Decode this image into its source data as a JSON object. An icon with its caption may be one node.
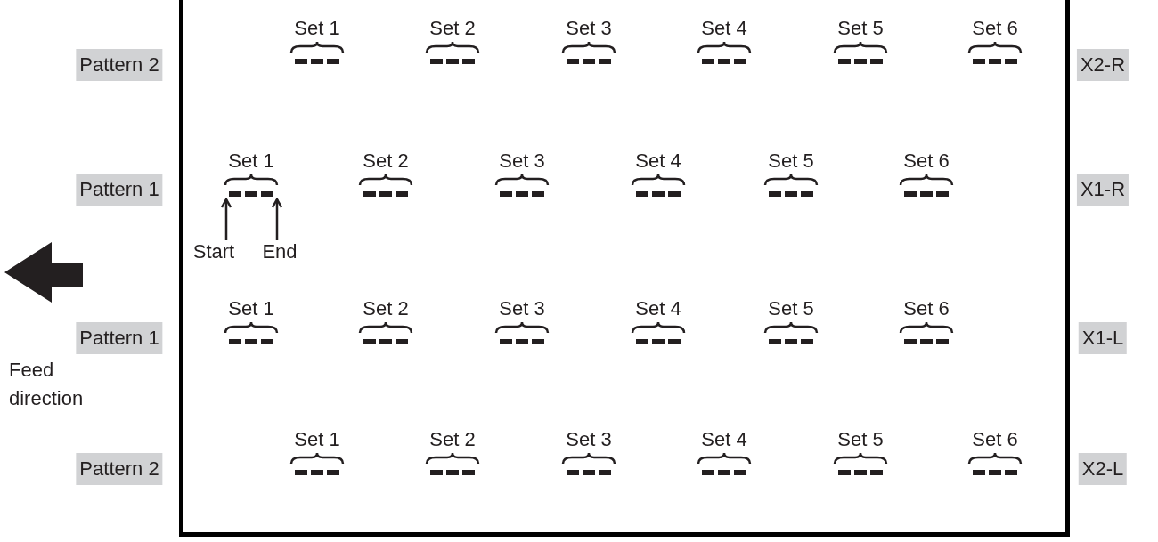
{
  "diagram": {
    "nodes": [
      {
        "text": [
          "Pattern 2"
        ]
      },
      {
        "text": [
          "X2-R"
        ]
      },
      {
        "text": [
          "Pattern 1"
        ]
      },
      {
        "text": [
          "X1-R"
        ]
      },
      {
        "text": [
          "Start"
        ]
      },
      {
        "text": [
          "End"
        ]
      },
      {
        "text": [
          "Pattern 1"
        ]
      },
      {
        "text": [
          "X1-L"
        ]
      },
      {
        "text": [
          "Pattern 2"
        ]
      },
      {
        "text": [
          "X2-L"
        ]
      }
    ],
    "edges": [
      {
        "from": 4,
        "to": null,
        "arrow": "to"
      },
      {
        "from": 5,
        "to": null,
        "arrow": "to"
      }
    ],
    "labels": [
      "Set 1",
      "Set 2",
      "Set 3",
      "Set 4",
      "Set 5",
      "Set 6",
      "Set 1",
      "Set 2",
      "Set 3",
      "Set 4",
      "Set 5",
      "Set 6",
      "Set 1",
      "Set 2",
      "Set 3",
      "Set 4",
      "Set 5",
      "Set 6",
      "Feed direction",
      "Set 1",
      "Set 2",
      "Set 3",
      "Set 4",
      "Set 5",
      "Set 6"
    ]
  }
}
